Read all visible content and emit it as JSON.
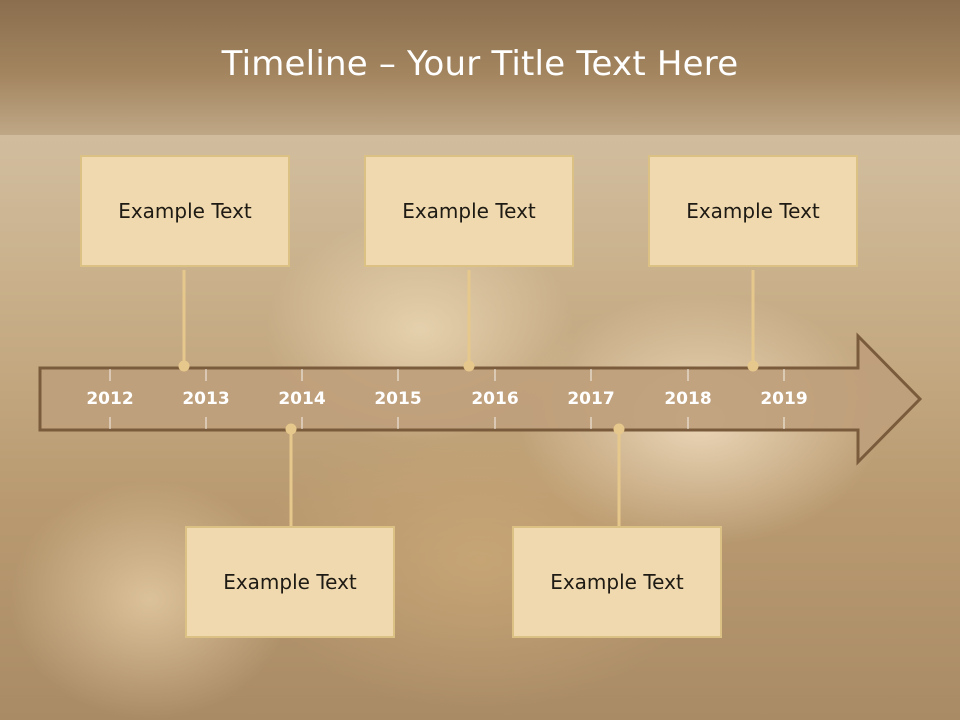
{
  "slide": {
    "title": "Timeline – Your Title Text Here"
  },
  "timeline": {
    "years": [
      "2012",
      "2013",
      "2014",
      "2015",
      "2016",
      "2017",
      "2018",
      "2019"
    ],
    "events": [
      {
        "label": "Example Text",
        "placement": "top"
      },
      {
        "label": "Example Text",
        "placement": "top"
      },
      {
        "label": "Example Text",
        "placement": "top"
      },
      {
        "label": "Example Text",
        "placement": "bottom"
      },
      {
        "label": "Example Text",
        "placement": "bottom"
      }
    ]
  },
  "colors": {
    "arrow_fill": "#bfa07c",
    "arrow_stroke": "#7a5c3c",
    "box_fill": "#f0d9ae",
    "connector": "#e6c88c",
    "year_text": "#ffffff"
  }
}
